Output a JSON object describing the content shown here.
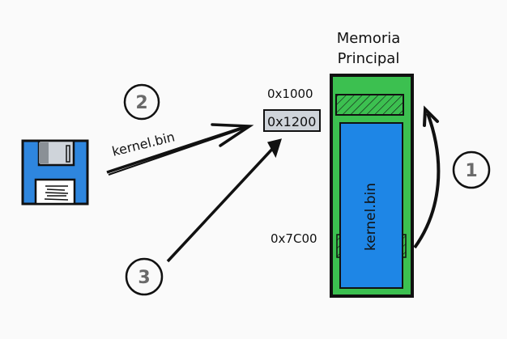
{
  "title": {
    "line1": "Memoria",
    "line2": "Principal"
  },
  "addresses": {
    "a1000": "0x1000",
    "a1200": "0x1200",
    "a7c00": "0x7C00"
  },
  "memory_block_label": "kernel.bin",
  "arrow_label": "kernel.bin",
  "steps": [
    "1",
    "2",
    "3"
  ],
  "colors": {
    "memory_green": "#3cc050",
    "kernel_blue": "#1e86e6",
    "floppy_blue": "#2e86de",
    "address_box": "#cfd4da",
    "step_number": "#6a6a6a"
  },
  "icons": {
    "floppy": "floppy-disk-icon"
  }
}
